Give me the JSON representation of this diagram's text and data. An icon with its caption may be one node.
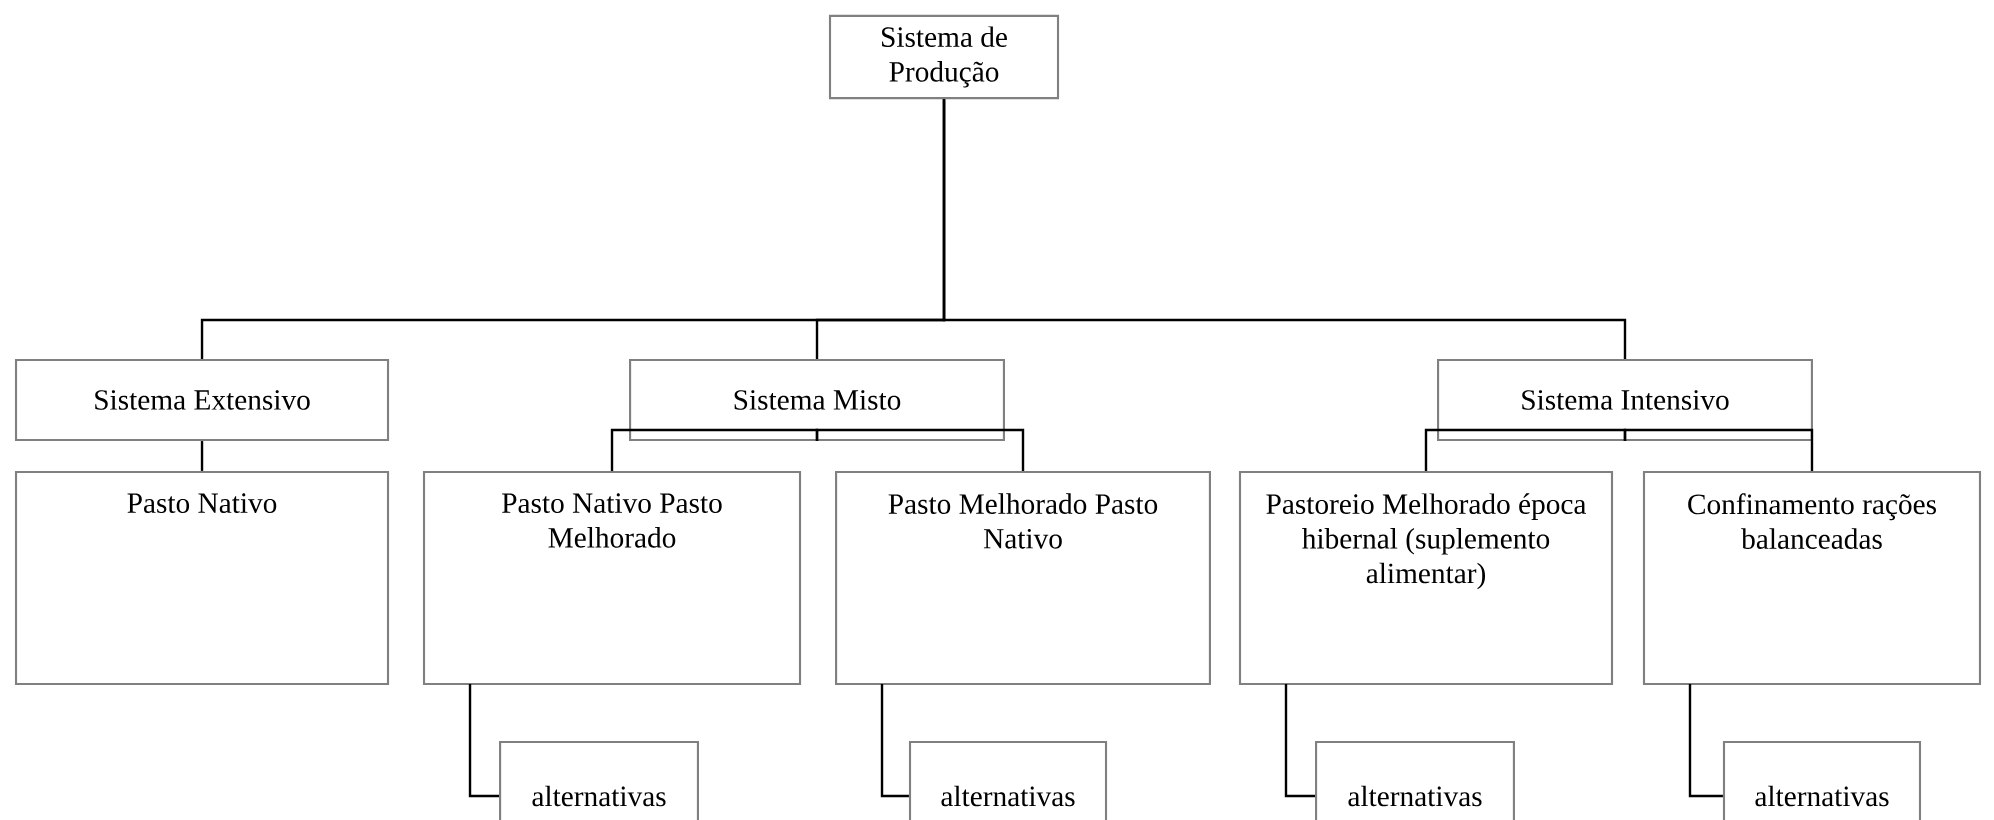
{
  "diagram": {
    "nodes": [
      {
        "text": [
          "Sistema de Produção"
        ]
      },
      {
        "text": [
          "Sistema Extensivo"
        ]
      },
      {
        "text": [
          "Sistema Misto"
        ]
      },
      {
        "text": [
          "Sistema Intensivo"
        ]
      },
      {
        "text": [
          "Pasto Nativo"
        ]
      },
      {
        "text": [
          "Pasto Nativo Pasto Melhorado"
        ]
      },
      {
        "text": [
          "Pasto Melhorado Pasto Nativo"
        ]
      },
      {
        "text": [
          "Pastoreio Melhorado época hibernal (suplemento alimentar)"
        ]
      },
      {
        "text": [
          "Confinamento rações balanceadas"
        ]
      },
      {
        "text": [
          "alternativas"
        ]
      },
      {
        "text": [
          "alternativas"
        ]
      },
      {
        "text": [
          "alternativas"
        ]
      },
      {
        "text": [
          "alternativas"
        ]
      }
    ],
    "edges": [
      {
        "from": 0,
        "to": 1,
        "arrow": "none"
      },
      {
        "from": 0,
        "to": 2,
        "arrow": "none"
      },
      {
        "from": 0,
        "to": 3,
        "arrow": "none"
      },
      {
        "from": 1,
        "to": 4,
        "arrow": "none"
      },
      {
        "from": 2,
        "to": 5,
        "arrow": "none"
      },
      {
        "from": 2,
        "to": 6,
        "arrow": "none"
      },
      {
        "from": 3,
        "to": 7,
        "arrow": "none"
      },
      {
        "from": 3,
        "to": 8,
        "arrow": "none"
      },
      {
        "from": 5,
        "to": 9,
        "arrow": "none"
      },
      {
        "from": 6,
        "to": 10,
        "arrow": "none"
      },
      {
        "from": 7,
        "to": 11,
        "arrow": "none"
      },
      {
        "from": 8,
        "to": 12,
        "arrow": "none"
      }
    ]
  }
}
